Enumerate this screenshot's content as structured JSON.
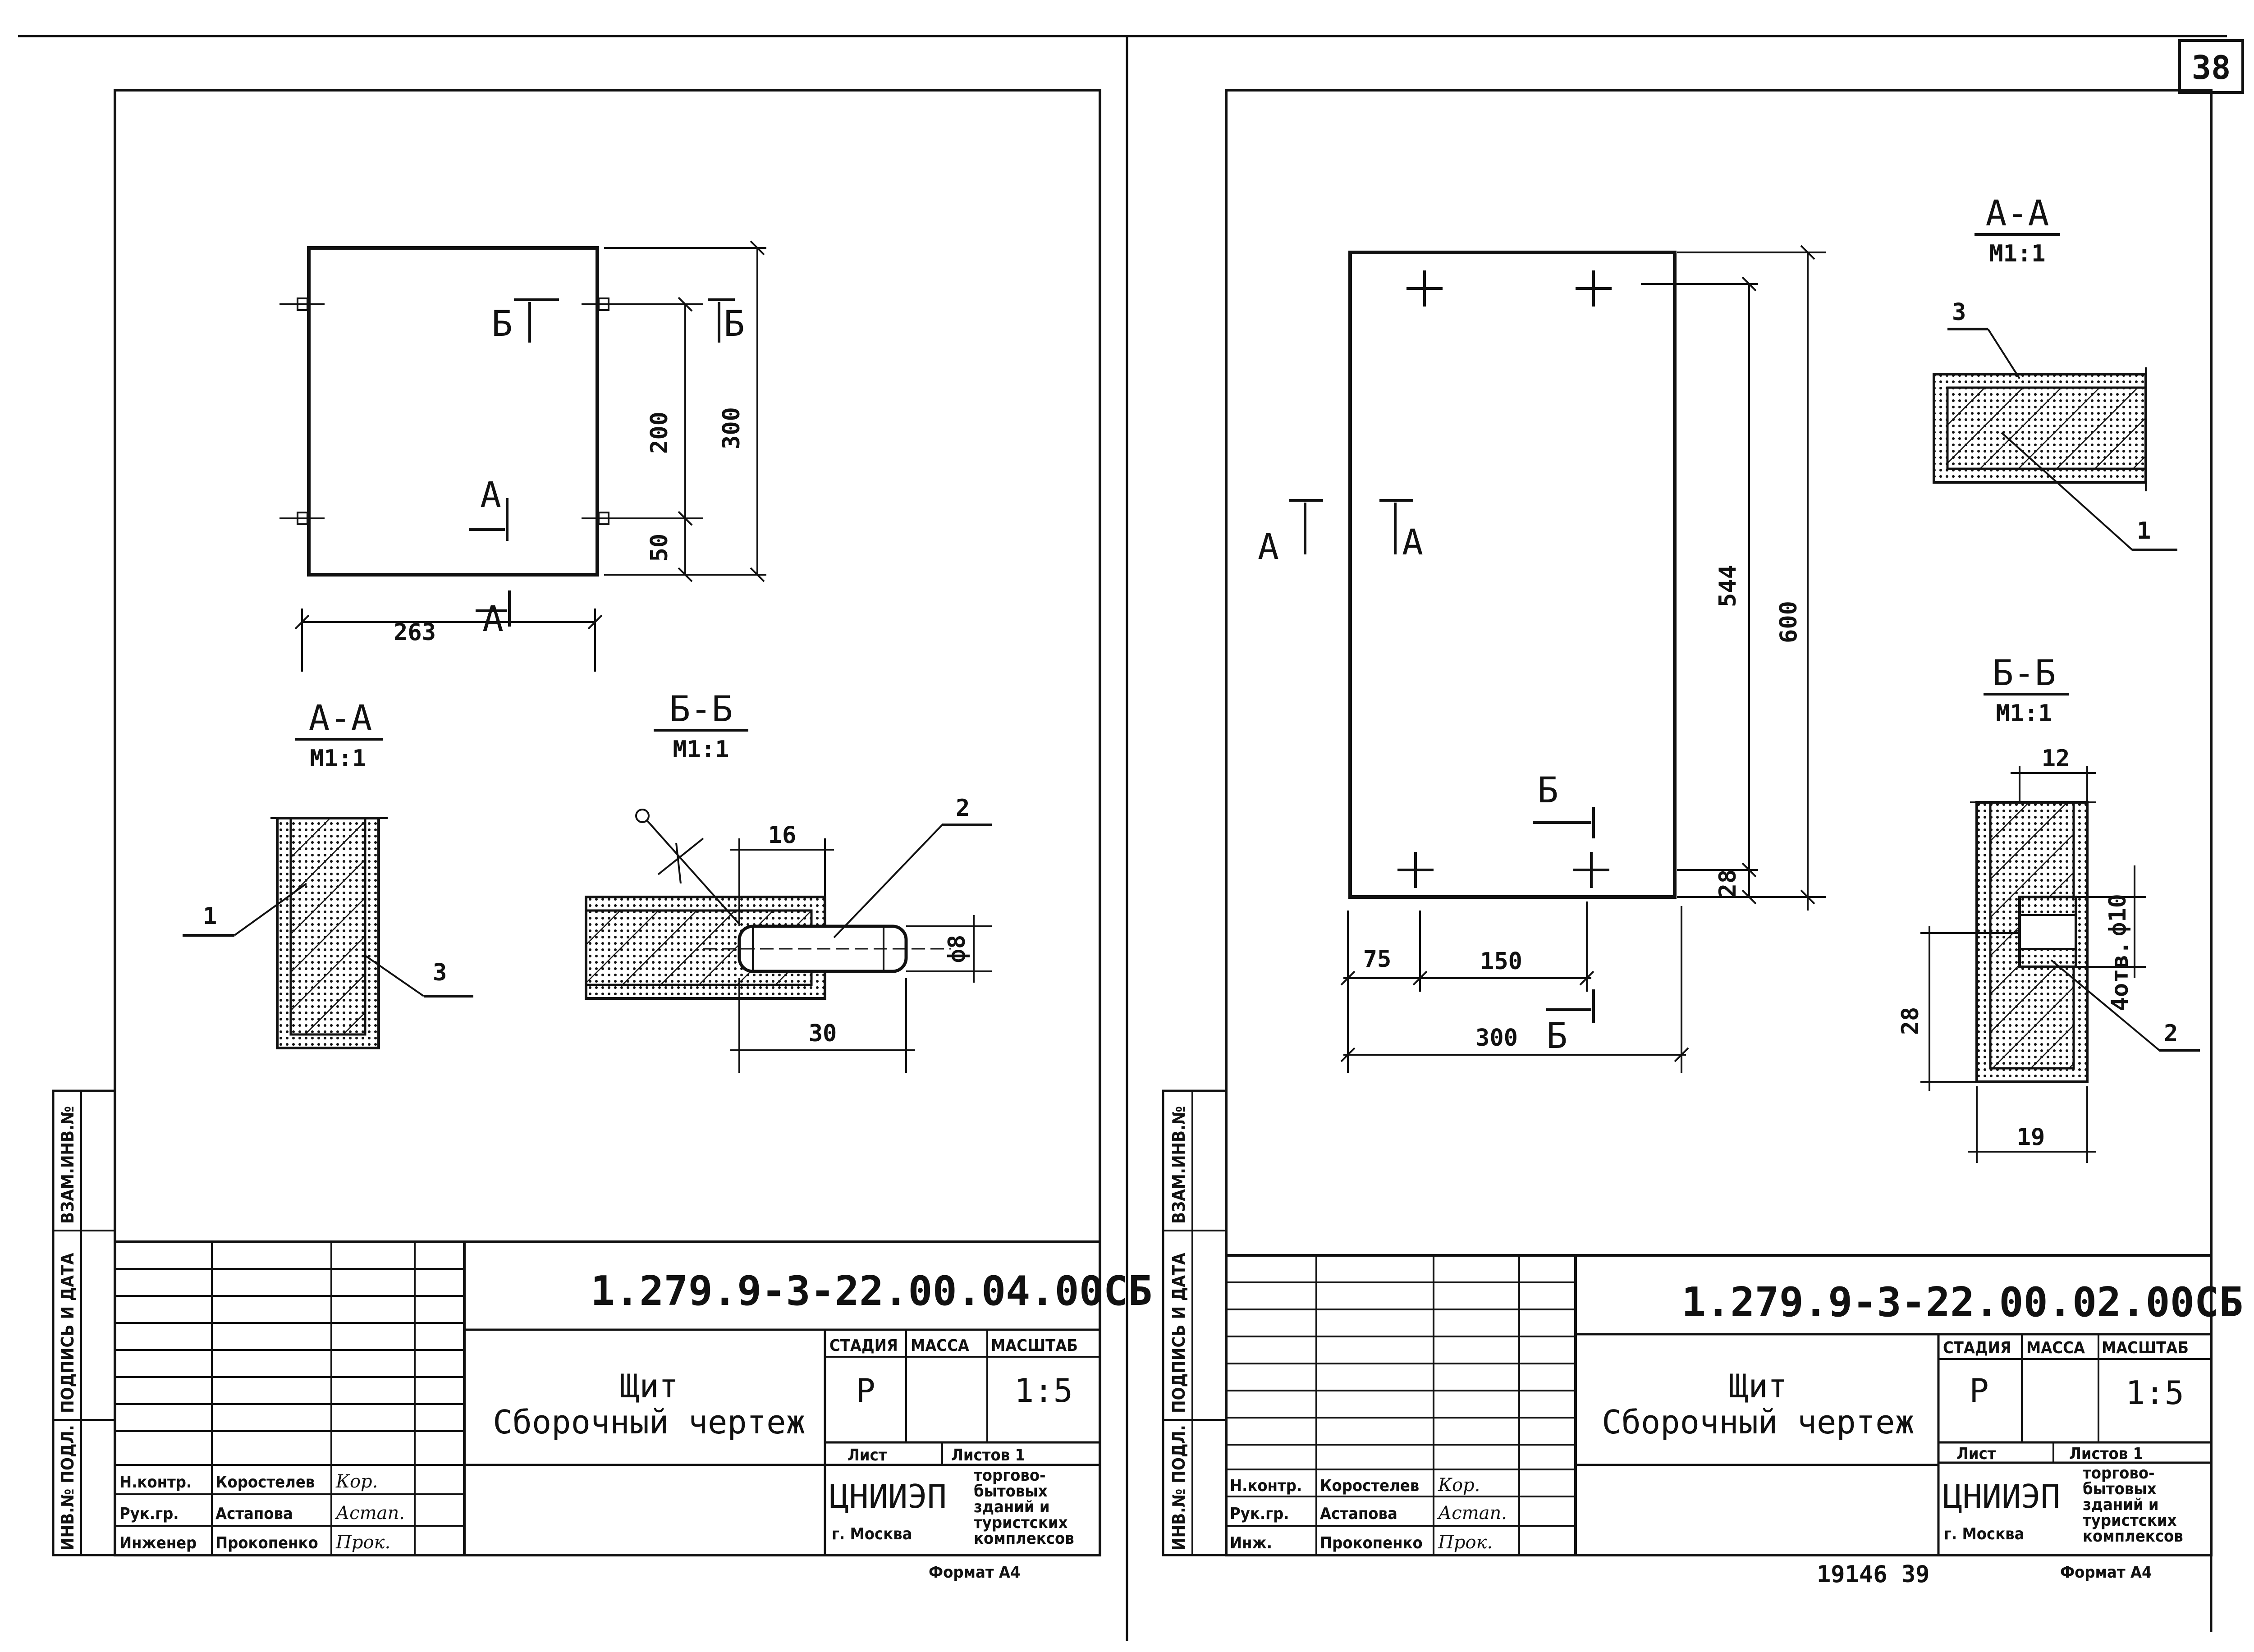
{
  "page_number": "38",
  "bottom_number": "19146   39",
  "sheets": [
    {
      "id": "left",
      "drawing_code": "1.279.9-3-22.00.04.00СБ",
      "title_line1": "Щит",
      "title_line2": "Сборочный  чертеж",
      "stage_header": "СТАДИЯ",
      "mass_header": "МАССА",
      "scale_header": "МАСШТАБ",
      "stage": "Р",
      "scale": "1:5",
      "sheet_label": "Лист",
      "sheets_label": "Листов 1",
      "org_name": "ЦНИИЭП",
      "org_city": "г. Москва",
      "org_desc": [
        "торгово-",
        "бытовых",
        "зданий и",
        "туристских",
        "комплексов"
      ],
      "format": "Формат А4",
      "side_labels": [
        "ИНВ.№ ПОДЛ.",
        "ПОДПИСЬ И ДАТА",
        "ВЗАМ.ИНВ.№"
      ],
      "signatures": [
        {
          "role": "Н.контр.",
          "name": "Коростелев",
          "sign": "Кор."
        },
        {
          "role": "Рук.гр.",
          "name": "Астапова",
          "sign": "Астап."
        },
        {
          "role": "Инженер",
          "name": "Прокопенко",
          "sign": "Прок."
        }
      ],
      "dims_main": [
        "263",
        "200",
        "300",
        "50"
      ],
      "section_marks": [
        "А",
        "Б"
      ],
      "section_aa": {
        "label": "А-А",
        "scale": "М1:1",
        "leaders": [
          "1",
          "3"
        ]
      },
      "section_bb": {
        "label": "Б-Б",
        "scale": "М1:1",
        "leaders": [
          "2"
        ],
        "dims": [
          "16",
          "30",
          "ф8"
        ]
      }
    },
    {
      "id": "right",
      "drawing_code": "1.279.9-3-22.00.02.00СБ",
      "title_line1": "Щит",
      "title_line2": "Сборочный  чертеж",
      "stage_header": "СТАДИЯ",
      "mass_header": "МАССА",
      "scale_header": "МАСШТАБ",
      "stage": "Р",
      "scale": "1:5",
      "sheet_label": "Лист",
      "sheets_label": "Листов 1",
      "org_name": "ЦНИИЭП",
      "org_city": "г. Москва",
      "org_desc": [
        "торгово-",
        "бытовых",
        "зданий и",
        "туристских",
        "комплексов"
      ],
      "format": "Формат А4",
      "side_labels": [
        "ИНВ.№ ПОДЛ.",
        "ПОДПИСЬ И ДАТА",
        "ВЗАМ.ИНВ.№"
      ],
      "signatures": [
        {
          "role": "Н.контр.",
          "name": "Коростелев",
          "sign": "Кор."
        },
        {
          "role": "Рук.гр.",
          "name": "Астапова",
          "sign": "Астап."
        },
        {
          "role": "Инж.",
          "name": "Прокопенко",
          "sign": "Прок."
        }
      ],
      "dims_main": [
        "75",
        "150",
        "300",
        "544",
        "600",
        "28"
      ],
      "section_marks": [
        "А",
        "Б"
      ],
      "section_aa": {
        "label": "А-А",
        "scale": "М1:1",
        "leaders": [
          "3",
          "1"
        ]
      },
      "section_bb": {
        "label": "Б-Б",
        "scale": "М1:1",
        "leaders": [
          "2"
        ],
        "dims": [
          "12",
          "28",
          "19",
          "ф10",
          "4отв."
        ]
      }
    }
  ]
}
